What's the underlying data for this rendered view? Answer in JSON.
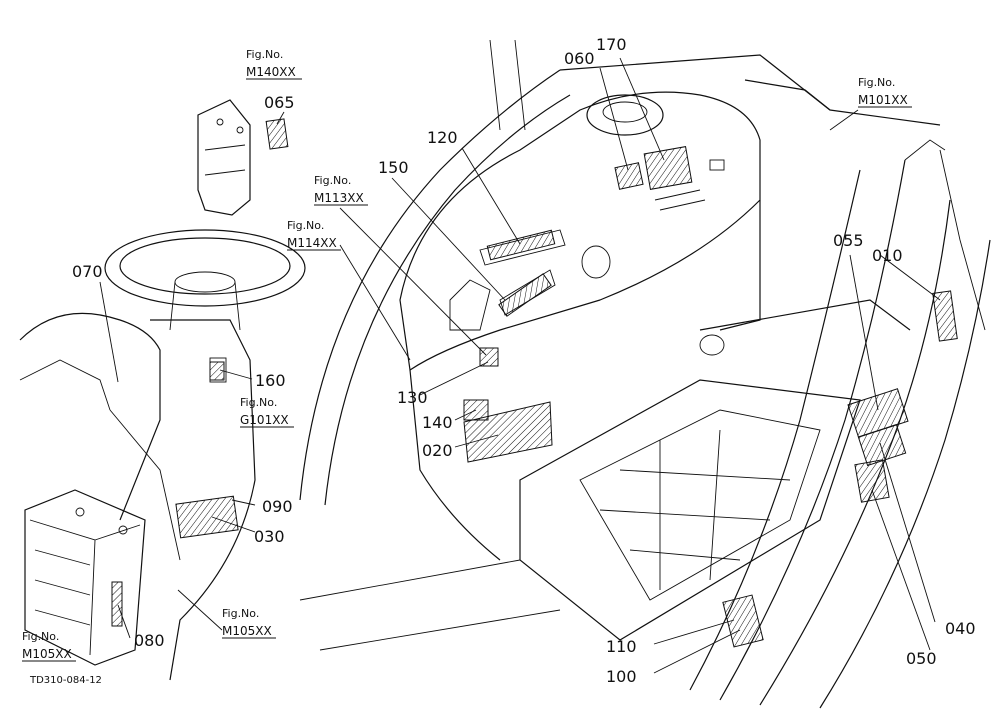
{
  "drawing_id": "TD310-084-12",
  "fig_refs": {
    "m140": {
      "fig": "Fig.No.",
      "code": "M140XX"
    },
    "m101": {
      "fig": "Fig.No.",
      "code": "M101XX"
    },
    "m113": {
      "fig": "Fig.No.",
      "code": "M113XX"
    },
    "m114": {
      "fig": "Fig.No.",
      "code": "M114XX"
    },
    "g101": {
      "fig": "Fig.No.",
      "code": "G101XX"
    },
    "m105a": {
      "fig": "Fig.No.",
      "code": "M105XX"
    },
    "m105b": {
      "fig": "Fig.No.",
      "code": "M105XX"
    }
  },
  "parts": {
    "p010": "010",
    "p020": "020",
    "p030": "030",
    "p040": "040",
    "p050": "050",
    "p055": "055",
    "p060": "060",
    "p065": "065",
    "p070": "070",
    "p080": "080",
    "p090": "090",
    "p100": "100",
    "p110": "110",
    "p120": "120",
    "p130": "130",
    "p140": "140",
    "p150": "150",
    "p160": "160",
    "p170": "170"
  }
}
